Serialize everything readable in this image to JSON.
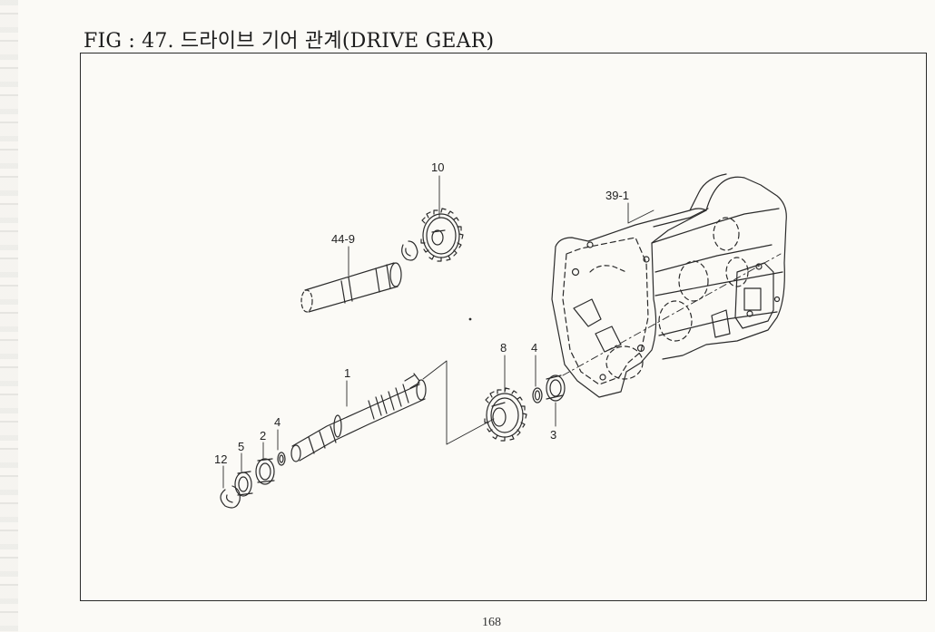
{
  "page": {
    "title": "FIG : 47. 드라이브 기어 관계(DRIVE GEAR)",
    "page_number": "168"
  },
  "callouts": {
    "c_10": "10",
    "c_39_1": "39-1",
    "c_44_9": "44-9",
    "c_1": "1",
    "c_8": "8",
    "c_4_top": "4",
    "c_3": "3",
    "c_4_left": "4",
    "c_2": "2",
    "c_5": "5",
    "c_12": "12"
  }
}
